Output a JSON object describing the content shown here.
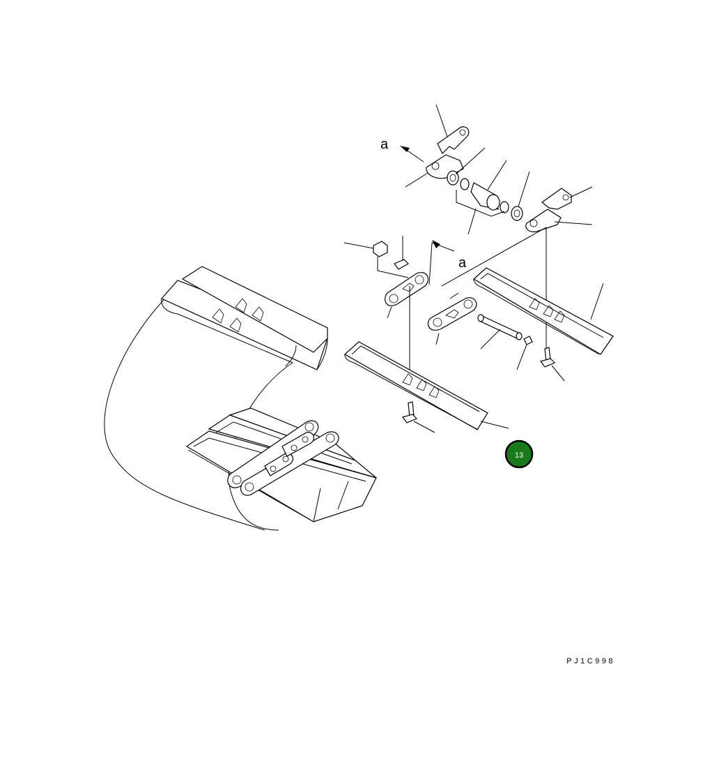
{
  "diagram": {
    "arrow_label_top": "a",
    "arrow_label_mid": "a",
    "drawing_code": "PJ1C998",
    "callouts": [
      {
        "number": "13",
        "color": "#1a7a1a"
      }
    ]
  }
}
